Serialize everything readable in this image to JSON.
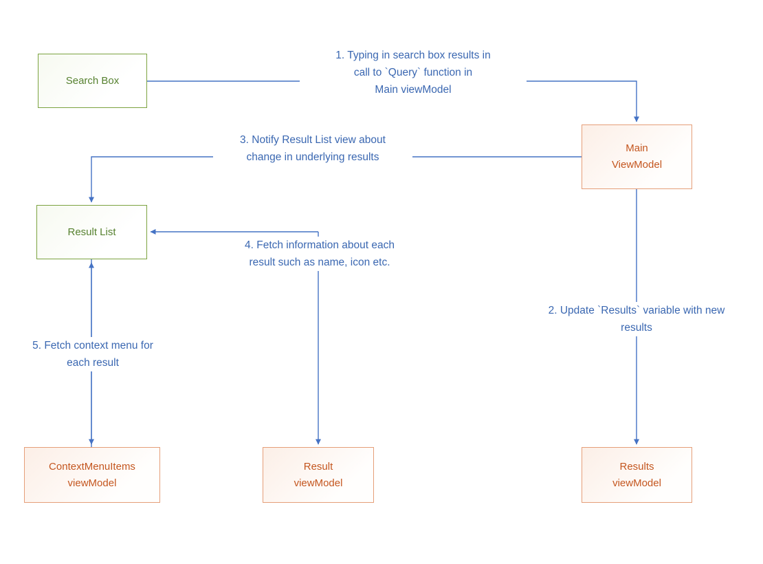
{
  "diagram": {
    "nodes": {
      "search_box": {
        "label": "Search Box",
        "type": "view"
      },
      "main_viewmodel": {
        "label": "Main\nViewModel",
        "type": "viewmodel"
      },
      "result_list": {
        "label": "Result List",
        "type": "view"
      },
      "contextmenuitems_viewmodel": {
        "label": "ContextMenuItems\nviewModel",
        "type": "viewmodel"
      },
      "result_viewmodel": {
        "label": "Result\nviewModel",
        "type": "viewmodel"
      },
      "results_viewmodel": {
        "label": "Results\nviewModel",
        "type": "viewmodel"
      }
    },
    "annotations": {
      "step1": "1. Typing in search box results in\ncall to `Query` function in\nMain viewModel",
      "step2": "2. Update `Results` variable with new\nresults",
      "step3": "3. Notify Result List view about\nchange in underlying results",
      "step4": "4. Fetch information about each\nresult such as name, icon etc.",
      "step5": "5. Fetch context menu for\neach result"
    },
    "colors": {
      "view_box_border": "#7BA23F",
      "view_box_text": "#56812F",
      "viewmodel_box_border": "#E59E78",
      "viewmodel_box_text": "#C4561F",
      "connector": "#4472C4",
      "annotation_text": "#3A67B1"
    }
  }
}
